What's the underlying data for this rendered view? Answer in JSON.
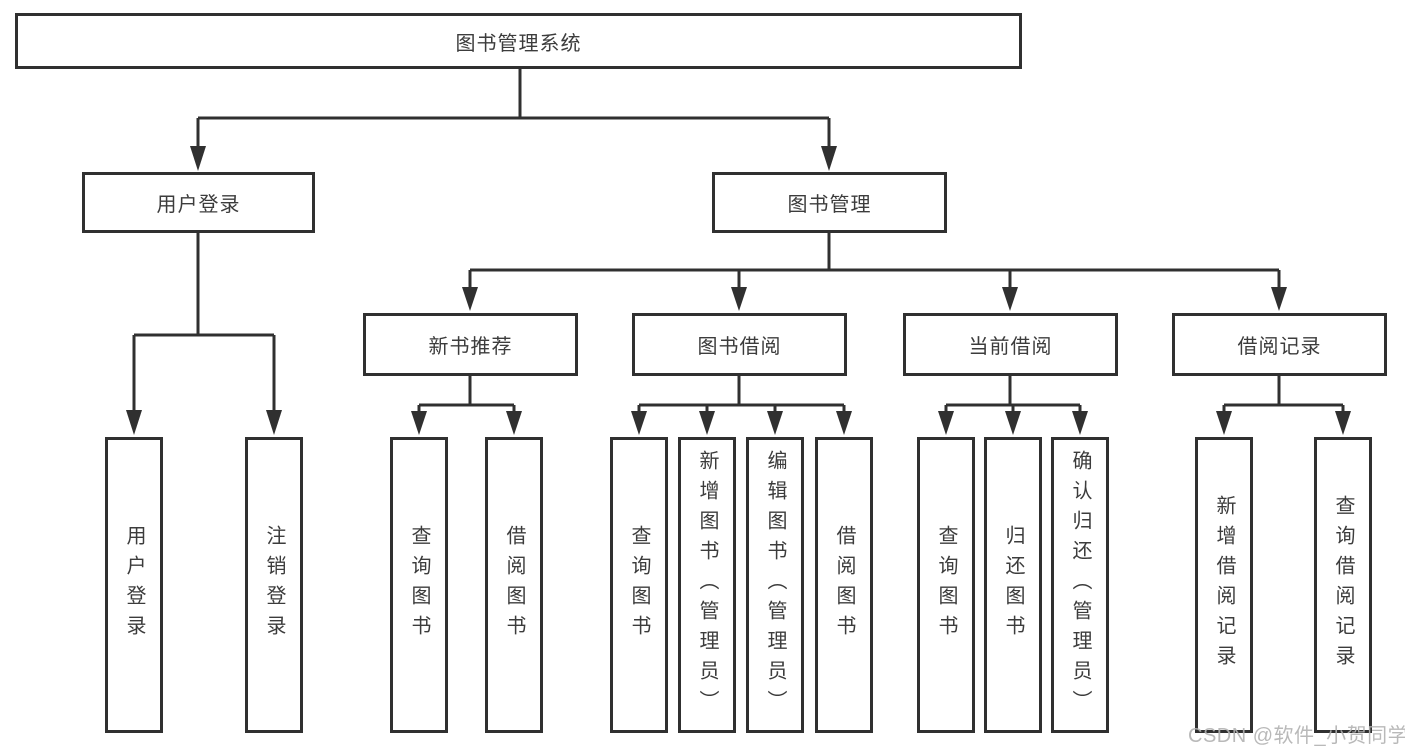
{
  "tree": {
    "label": "图书管理系统",
    "children": [
      {
        "label": "用户登录",
        "children": [
          {
            "label": "用户登录"
          },
          {
            "label": "注销登录"
          }
        ]
      },
      {
        "label": "图书管理",
        "children": [
          {
            "label": "新书推荐",
            "children": [
              {
                "label": "查询图书"
              },
              {
                "label": "借阅图书"
              }
            ]
          },
          {
            "label": "图书借阅",
            "children": [
              {
                "label": "查询图书"
              },
              {
                "label": "新增图书（管理员）"
              },
              {
                "label": "编辑图书（管理员）"
              },
              {
                "label": "借阅图书"
              }
            ]
          },
          {
            "label": "当前借阅",
            "children": [
              {
                "label": "查询图书"
              },
              {
                "label": "归还图书"
              },
              {
                "label": "确认归还（管理员）"
              }
            ]
          },
          {
            "label": "借阅记录",
            "children": [
              {
                "label": "新增借阅记录"
              },
              {
                "label": "查询借阅记录"
              }
            ]
          }
        ]
      }
    ]
  },
  "watermark": "CSDN @软件_小贺同学",
  "colors": {
    "line": "#303030",
    "text": "#3c3c3c",
    "background": "#ffffff",
    "watermark": "#b2b2b2"
  }
}
